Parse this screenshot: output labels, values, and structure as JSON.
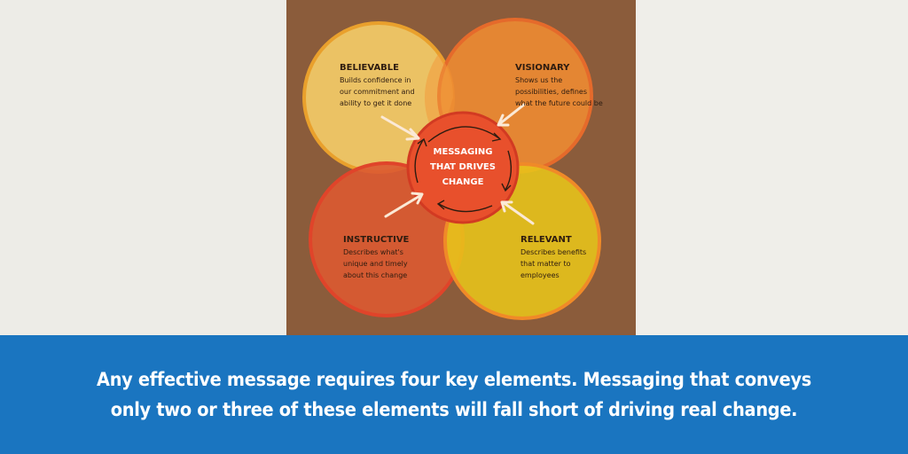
{
  "diagram": {
    "center_label": [
      "MESSAGING",
      "THAT DRIVES",
      "CHANGE"
    ],
    "elements": [
      {
        "id": "believable",
        "title": "BELIEVABLE",
        "lines": [
          "Builds confidence in",
          "our commitment and",
          "ability to get it done"
        ],
        "color": "#f0c766"
      },
      {
        "id": "visionary",
        "title": "VISIONARY",
        "lines": [
          "Shows us the",
          "possibilities, defines",
          "what the future could be"
        ],
        "color": "#eb8a33"
      },
      {
        "id": "instructive",
        "title": "INSTRUCTIVE",
        "lines": [
          "Describes what's",
          "unique and timely",
          "about this change"
        ],
        "color": "#dc5a32"
      },
      {
        "id": "relevant",
        "title": "RELEVANT",
        "lines": [
          "Describes benefits",
          "that matter to",
          "employees"
        ],
        "color": "#e8c51a"
      }
    ],
    "center_color": "#e8502c",
    "background_color": "#8b5c3b"
  },
  "caption": {
    "line1": "Any effective message requires four key elements. Messaging that conveys",
    "line2": "only two or three of these elements will fall short of driving real change."
  },
  "colors": {
    "band": "#1a75c0",
    "paper": "#edece7"
  }
}
